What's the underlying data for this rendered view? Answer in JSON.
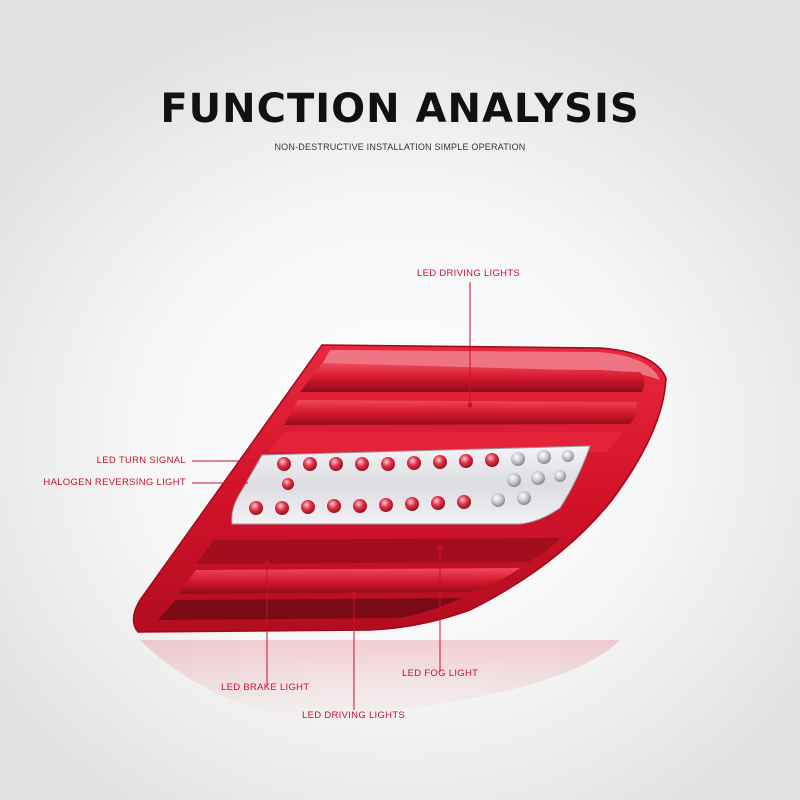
{
  "header": {
    "title": "FUNCTION ANALYSIS",
    "subtitle": "NON-DESTRUCTIVE INSTALLATION SIMPLE OPERATION"
  },
  "callouts": {
    "top_driving_lights": "LED DRIVING LIGHTS",
    "turn_signal": "LED TURN SIGNAL",
    "halogen_reversing": "HALOGEN REVERSING LIGHT",
    "brake_light": "LED BRAKE LIGHT",
    "fog_light": "LED FOG LIGHT",
    "bottom_driving_lights": "LED DRIVING LIGHTS"
  },
  "colors": {
    "accent": "#c8102e",
    "lamp_red": "#d7142b",
    "lamp_dark": "#7a0b16",
    "title": "#111111"
  },
  "image": {
    "subject": "tail-light-assembly"
  }
}
